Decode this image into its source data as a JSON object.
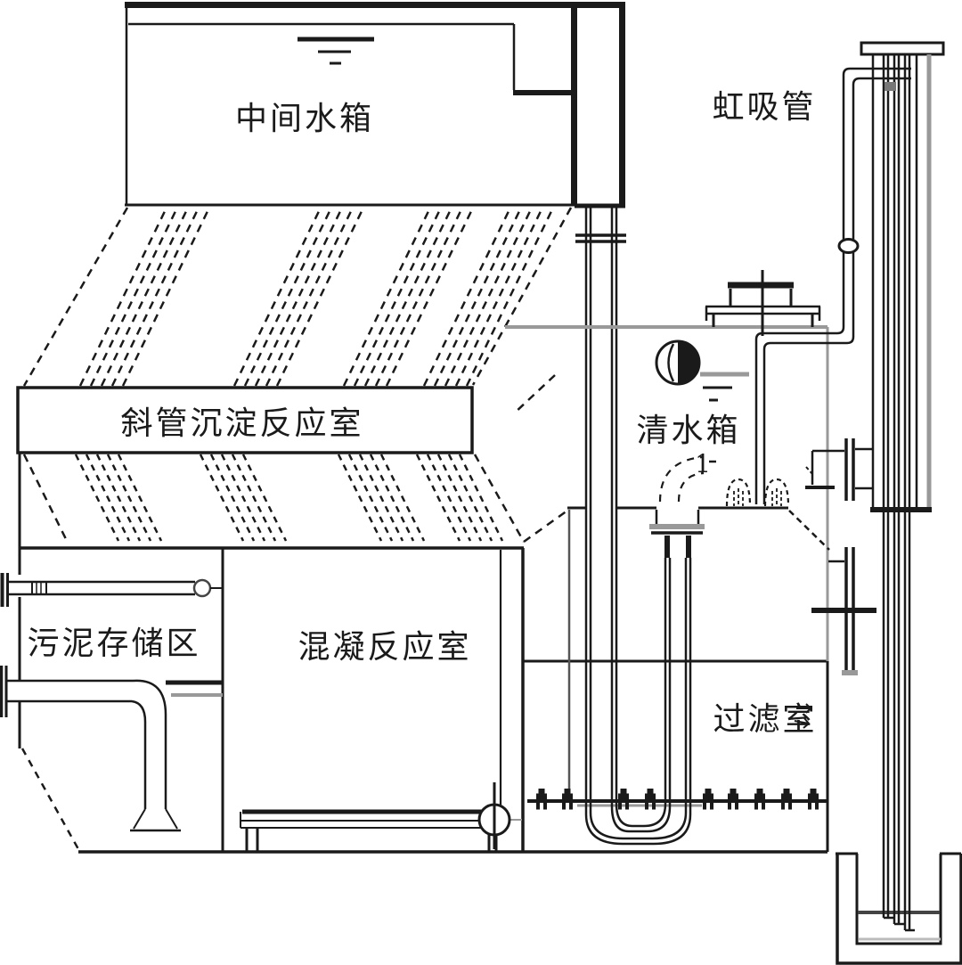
{
  "diagram": {
    "labels": {
      "intermediate_tank": "中间水箱",
      "siphon_pipe": "虹吸管",
      "inclined_tube_chamber": "斜管沉淀反应室",
      "clean_water_tank": "清水箱",
      "sludge_storage": "污泥存储区",
      "coagulation_chamber": "混凝反应室",
      "filter_chamber": "过滤室",
      "flow_mark": "1"
    },
    "colors": {
      "line": "#1a1a1a",
      "shadow": "#999999",
      "background": "#ffffff"
    }
  }
}
